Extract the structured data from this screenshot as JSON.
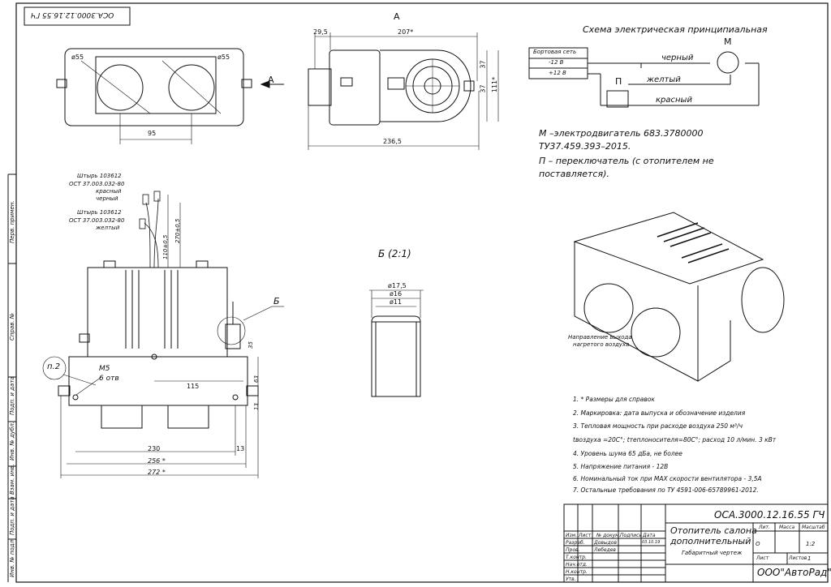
{
  "sheet": {
    "doc_code_rotated": "ОСА.3000.12.16.55 ГЧ",
    "view_a_label": "А",
    "arrow_a_label": "A",
    "detail_b_title": "Б (2:1)",
    "detail_b_callout": "Б"
  },
  "top_view": {
    "dim_d55_left": "ø55",
    "dim_d55_right": "ø55",
    "dim_95": "95"
  },
  "side_view": {
    "dim_29_5": "29,5",
    "dim_207": "207*",
    "dim_236_5": "236,5",
    "dim_37a": "37",
    "dim_37b": "37",
    "dim_111": "111*"
  },
  "front_view": {
    "wires": [
      {
        "line1": "Штырь 103612",
        "line2": "ОСТ 37.003.032-80",
        "line3": "красный"
      },
      {
        "line1": "черный"
      },
      {
        "line1": "Штырь 103612",
        "line2": "ОСТ 37.003.032-80",
        "line3": "желтый"
      }
    ],
    "dim_110": "110±0,5",
    "dim_270": "270±0,5",
    "callout_p2": "п.2",
    "bolt_label_1": "М5",
    "bolt_label_2": "6 отв",
    "dim_115": "115",
    "dim_63": "63",
    "dim_13a": "13",
    "dim_13b": "13",
    "dim_230": "230",
    "dim_256": "256 *",
    "dim_272": "272 *",
    "dim_35": "35"
  },
  "detail_b": {
    "d17_5": "ø17,5",
    "d16": "ø16",
    "d11": "ø11"
  },
  "schematic": {
    "title": "Схема электрическая принципиальная",
    "net_label": "Бортовая сеть",
    "minus": "-12 В",
    "plus": "+12 В",
    "motor_label": "М",
    "switch_label": "П",
    "wire_black": "черный",
    "wire_yellow": "желтый",
    "wire_red": "красный"
  },
  "legend": {
    "line1": "М –электродвигатель 683.3780000",
    "line2": "ТУ37.459.393–2015.",
    "line3": "П – переключатель (с отопителем не",
    "line4": "поставляется)."
  },
  "iso_view": {
    "airflow_label_1": "Направление выхода",
    "airflow_label_2": "нагретого воздуха"
  },
  "notes": [
    "1. * Размеры для справок",
    "2. Маркировка: дата выпуска и обозначение изделия",
    "3. Тепловая мощность при расходе воздуха 250 м³/ч",
    "tвоздуха =20С°; tтеплоносителя=80С°; расход 10 л/мин. 3 кВт",
    "4. Уровень шума 65 дБа, не более",
    "5. Напряжение питания - 12В",
    "6. Номинальный ток при MAX скорости вентилятора - 3,5А",
    "7. Остальные требования по ТУ 4591-006-65789961-2012."
  ],
  "side_stamp": [
    "Перв. примен.",
    "Справ. №",
    "Подп. и дата",
    "Инв. № дубл.",
    "Взам. инв.",
    "Подп. и дата",
    "Инв. № подл."
  ],
  "title_block": {
    "code": "ОСА.3000.12.16.55 ГЧ",
    "name_1": "Отопитель салона",
    "name_2": "дополнительный",
    "doc_type": "Габаритный чертеж",
    "org": "ООО\"АвтоРад\"",
    "hdr_izm": "Изм.",
    "hdr_list": "Лист",
    "hdr_ndoc": "№ докум.",
    "hdr_podp": "Подпись",
    "hdr_data": "Дата",
    "row_razrab": "Разраб.",
    "row_prov": "Пров.",
    "row_tkontr": "Т.контр.",
    "row_nach": "Нач.отд.",
    "row_nkontr": "Н.контр.",
    "row_utv": "Утв.",
    "razrab_name": "Довыдов",
    "prov_name": "Лебедев",
    "date": "03.10.19",
    "lit": "Лит.",
    "massa": "Масса",
    "masshtab": "Масштаб",
    "scale_value": "1:2",
    "lit_value": "О",
    "list": "Лист",
    "listov": "Листов",
    "listov_value": "1"
  }
}
